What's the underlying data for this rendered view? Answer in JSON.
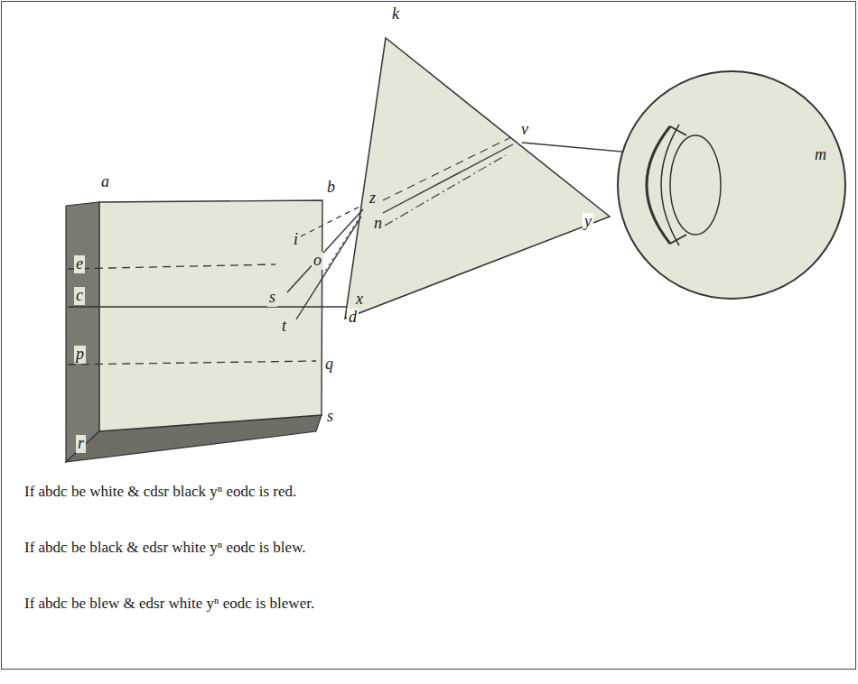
{
  "diagram": {
    "labels": [
      "k",
      "a",
      "b",
      "e",
      "c",
      "p",
      "r",
      "s",
      "i",
      "o",
      "s",
      "d",
      "t",
      "q",
      "z",
      "n",
      "v",
      "x",
      "y",
      "m",
      "If abdc be white & cdsr black yⁿ eodc is red.",
      "If abdc be black & edsr white yⁿ eodc is blew.",
      "If abdc be blew & edsr white yⁿ eodc is blewer."
    ]
  }
}
